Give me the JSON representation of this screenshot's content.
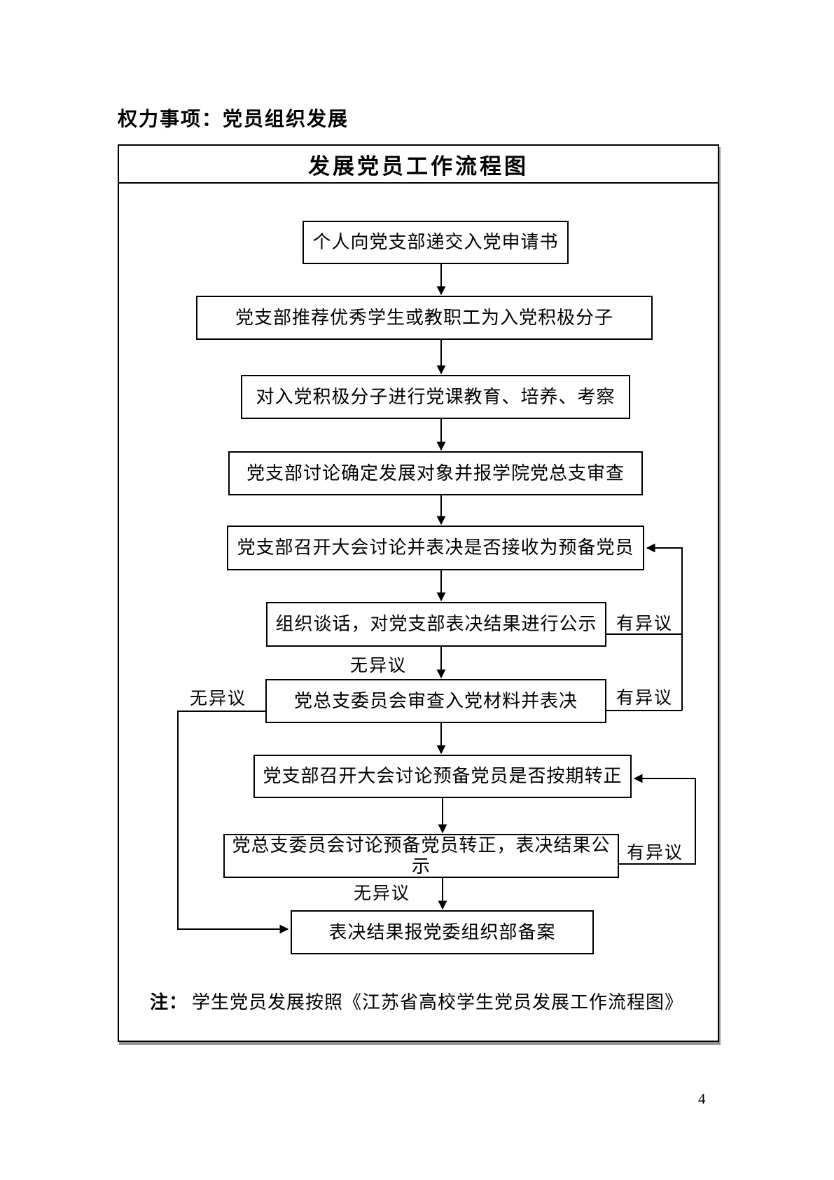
{
  "doc": {
    "heading": "权力事项：党员组织发展",
    "page_number": "4"
  },
  "flowchart": {
    "title": "发展党员工作流程图",
    "nodes": [
      {
        "label": "个人向党支部递交入党申请书"
      },
      {
        "label": "党支部推荐优秀学生或教职工为入党积极分子"
      },
      {
        "label": "对入党积极分子进行党课教育、培养、考察"
      },
      {
        "label": "党支部讨论确定发展对象并报学院党总支审查"
      },
      {
        "label": "党支部召开大会讨论并表决是否接收为预备党员"
      },
      {
        "label": "组织谈话，对党支部表决结果进行公示"
      },
      {
        "label": "党总支委员会审查入党材料并表决"
      },
      {
        "label": "党支部召开大会讨论预备党员是否按期转正"
      },
      {
        "label": "党总支委员会讨论预备党员转正，表决结果公示"
      },
      {
        "label": "表决结果报党委组织部备案"
      }
    ],
    "edge_labels": {
      "objection_1": "有异议",
      "objection_2": "有异议",
      "objection_3": "有异议",
      "no_objection_1": "无异议",
      "no_objection_2": "无异议",
      "no_objection_3": "无异议"
    },
    "edges": [
      {
        "from": 1,
        "to": 2
      },
      {
        "from": 2,
        "to": 3
      },
      {
        "from": 3,
        "to": 4
      },
      {
        "from": 4,
        "to": 5
      },
      {
        "from": 5,
        "to": 6
      },
      {
        "from": 6,
        "to": 7,
        "label": "无异议"
      },
      {
        "from": 6,
        "to": 5,
        "label": "有异议"
      },
      {
        "from": 7,
        "to": 8
      },
      {
        "from": 7,
        "to": 5,
        "label": "有异议"
      },
      {
        "from": 7,
        "to": 10,
        "label": "无异议"
      },
      {
        "from": 8,
        "to": 9
      },
      {
        "from": 9,
        "to": 8,
        "label": "有异议"
      },
      {
        "from": 9,
        "to": 10,
        "label": "无异议"
      }
    ],
    "note": {
      "prefix": "注：",
      "text": "学生党员发展按照《江苏省高校学生党员发展工作流程图》"
    },
    "colors": {
      "line": "#000000",
      "box_border": "#000000",
      "background": "#ffffff",
      "text": "#000000"
    }
  }
}
